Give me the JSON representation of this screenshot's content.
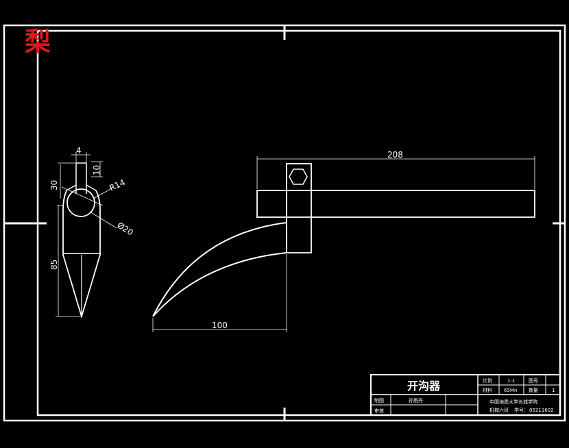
{
  "stamp": {
    "glyph": "梨",
    "color": "#e01818"
  },
  "dimensions": {
    "slot_width": "4",
    "slot_depth": "10",
    "height_to_bore": "30",
    "radius": "R14",
    "bore_dia": "Ø20",
    "blade_length": "85",
    "bar_length": "208",
    "hook_reach": "100"
  },
  "title_block": {
    "part_name": "开沟器",
    "scale_label": "比例",
    "scale_value": "1:1",
    "drawing_no_label": "图号",
    "drawing_no_value": "",
    "material_label": "材料",
    "material_value": "65Mn",
    "quantity_label": "数量",
    "quantity_value": "1",
    "drawn_label": "制图",
    "drawn_value": "孙雨丹",
    "checked_label": "审核",
    "checked_value": "",
    "institution": "中国地质大学长城学院",
    "class_label": "机械六班",
    "student_id_label": "学号：",
    "student_id_value": "05211602"
  },
  "colors": {
    "background": "#000000",
    "lines": "#ffffff"
  }
}
